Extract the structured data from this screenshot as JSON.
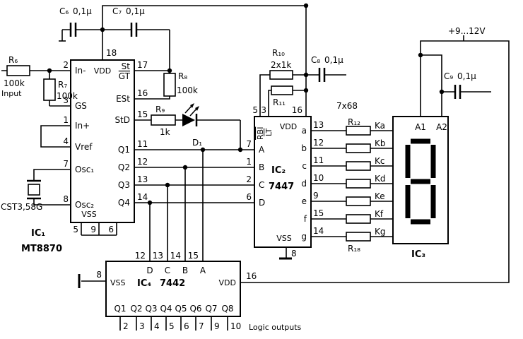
{
  "power": {
    "label": "+9...12V"
  },
  "input": {
    "label": "Input"
  },
  "logic_outputs": {
    "label": "Logic outputs"
  },
  "capacitors": {
    "c6": {
      "ref": "C₆",
      "value": "0,1µ"
    },
    "c7": {
      "ref": "C₇",
      "value": "0,1µ"
    },
    "c8": {
      "ref": "C₈",
      "value": "0,1µ"
    },
    "c9": {
      "ref": "C₉",
      "value": "0,1µ"
    }
  },
  "resistors": {
    "r6": {
      "ref": "R₆",
      "value": "100k"
    },
    "r7": {
      "ref": "R₇",
      "value": "100k"
    },
    "r8": {
      "ref": "R₈",
      "value": "100k"
    },
    "r9": {
      "ref": "R₉",
      "value": "1k"
    },
    "r10": {
      "ref": "R₁₀",
      "value": "2x1k"
    },
    "r11": {
      "ref": "R₁₁"
    },
    "r12": {
      "ref": "R₁₂"
    },
    "r18": {
      "ref": "R₁₈"
    },
    "network": {
      "label": "7x68"
    }
  },
  "diode": {
    "ref": "D₁"
  },
  "crystal": {
    "ref": "CST3,58G"
  },
  "ic1": {
    "ref": "IC₁",
    "part": "MT8870",
    "vdd": {
      "num": "18",
      "label": "VDD"
    },
    "vss": {
      "label": "VSS"
    },
    "in_minus": {
      "num": "2",
      "label": "In-"
    },
    "gs": {
      "num": "3",
      "label": "GS"
    },
    "in_plus": {
      "num": "1",
      "label": "In+"
    },
    "vref": {
      "num": "4",
      "label": "Vref"
    },
    "osc1": {
      "num": "7",
      "label": "Osc₁"
    },
    "osc2": {
      "num": "8",
      "label": "Osc₂"
    },
    "st": {
      "num": "17",
      "label": "St"
    },
    "gt": {
      "label": "GT"
    },
    "est": {
      "num": "16",
      "label": "ESt"
    },
    "std": {
      "num": "15",
      "label": "StD"
    },
    "q": [
      {
        "num": "11",
        "label": "Q1"
      },
      {
        "num": "12",
        "label": "Q2"
      },
      {
        "num": "13",
        "label": "Q3"
      },
      {
        "num": "14",
        "label": "Q4"
      }
    ],
    "bottom_pins": [
      "5",
      "9",
      "6"
    ]
  },
  "ic2": {
    "ref": "IC₂",
    "part": "7447",
    "rbi": {
      "num": "5",
      "label": "RBI"
    },
    "lt": {
      "num": "3",
      "label": "LT"
    },
    "vdd": {
      "num": "16",
      "label": "VDD"
    },
    "vss": {
      "num": "8",
      "label": "VSS"
    },
    "inputs": [
      {
        "num": "7",
        "label": "A"
      },
      {
        "num": "1",
        "label": "B"
      },
      {
        "num": "2",
        "label": "C"
      },
      {
        "num": "6",
        "label": "D"
      }
    ],
    "outputs": [
      {
        "num": "13",
        "label": "a"
      },
      {
        "num": "12",
        "label": "b"
      },
      {
        "num": "11",
        "label": "c"
      },
      {
        "num": "10",
        "label": "d"
      },
      {
        "num": "9",
        "label": "e"
      },
      {
        "num": "15",
        "label": "f"
      },
      {
        "num": "14",
        "label": "g"
      }
    ]
  },
  "display": {
    "ref": "IC₃",
    "digit": "8",
    "anodes": [
      "A1",
      "A2"
    ],
    "cathodes": [
      "Ka",
      "Kb",
      "Kc",
      "Kd",
      "Ke",
      "Kf",
      "Kg"
    ]
  },
  "ic4": {
    "ref": "IC₄",
    "part": "7442",
    "vss": {
      "num": "8",
      "label": "VSS"
    },
    "vdd": {
      "num": "16",
      "label": "VDD"
    },
    "inputs": [
      {
        "num": "12",
        "label": "D"
      },
      {
        "num": "13",
        "label": "C"
      },
      {
        "num": "14",
        "label": "B"
      },
      {
        "num": "15",
        "label": "A"
      }
    ],
    "outputs": [
      {
        "num": "2",
        "label": "Q1"
      },
      {
        "num": "3",
        "label": "Q2"
      },
      {
        "num": "4",
        "label": "Q3"
      },
      {
        "num": "5",
        "label": "Q4"
      },
      {
        "num": "6",
        "label": "Q5"
      },
      {
        "num": "7",
        "label": "Q6"
      },
      {
        "num": "9",
        "label": "Q7"
      },
      {
        "num": "10",
        "label": "Q8"
      }
    ]
  }
}
